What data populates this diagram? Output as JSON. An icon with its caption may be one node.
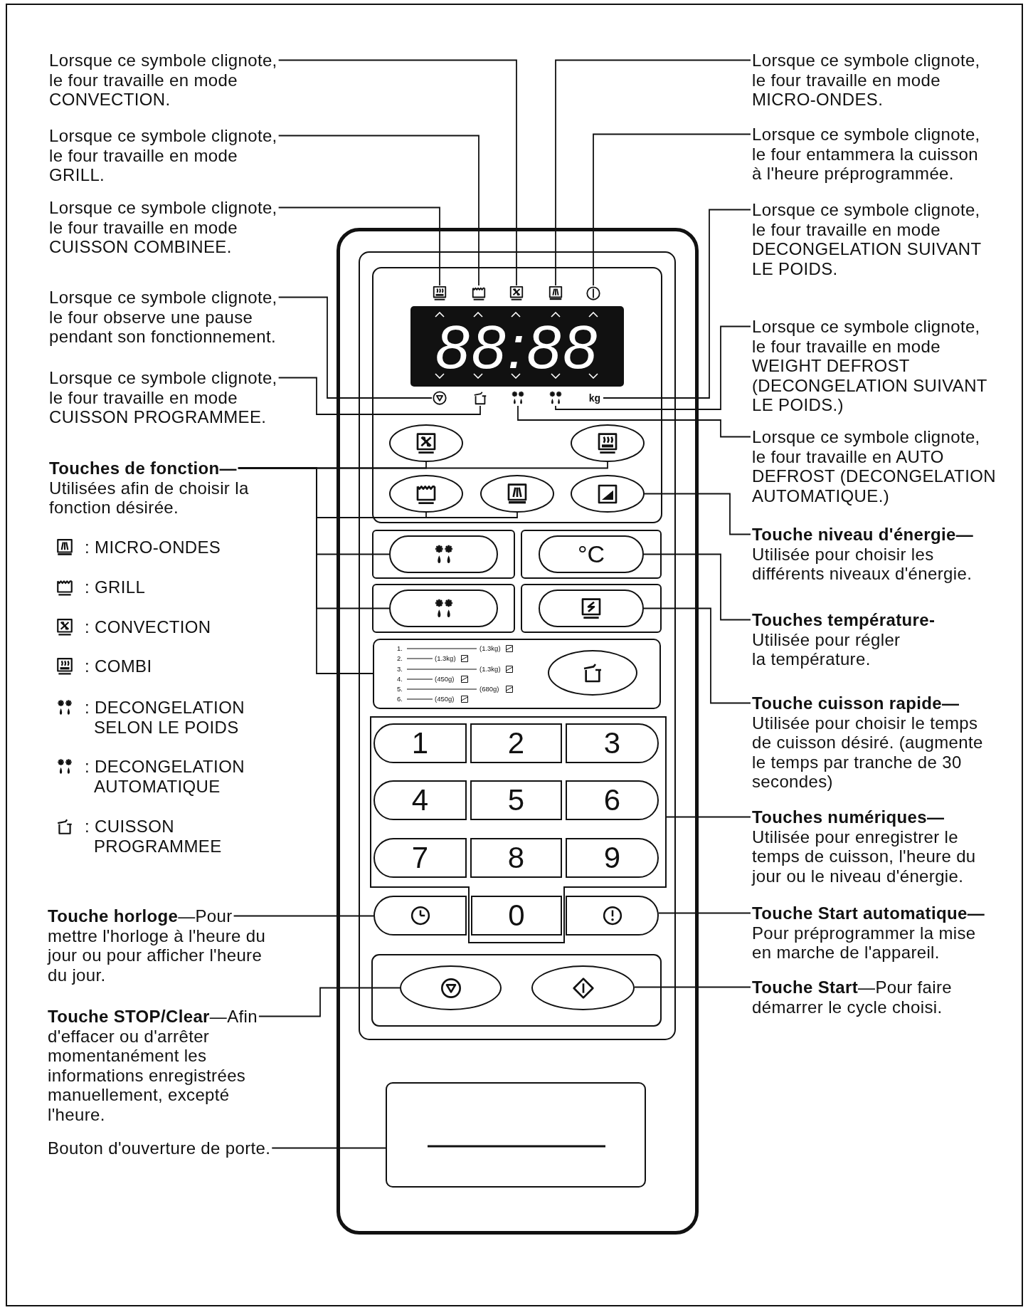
{
  "diagram": {
    "nodes": [
      {
        "text": [
          "Lorsque ce symbole clignote, le four travaille en mode CONVECTION."
        ]
      },
      {
        "text": [
          "Lorsque ce symbole clignote, le four travaille en mode GRILL."
        ]
      },
      {
        "text": [
          "Lorsque ce symbole clignote, le four travaille en mode CUISSON COMBINEE."
        ]
      },
      {
        "text": [
          "Lorsque ce symbole clignote, le four observe une pause pendant son fonctionnement."
        ]
      },
      {
        "text": [
          "Lorsque ce symbole clignote, le four travaille en mode CUISSON PROGRAMMEE."
        ]
      },
      {
        "text": [
          "Touches de fonction—",
          "Utilisées afin de choisir la fonction désirée."
        ]
      },
      {
        "text": [
          "**Touche horloge**—Pour mettre l'horloge à l'heure du jour ou pour afficher l'heure du jour."
        ]
      },
      {
        "text": [
          "**Touche STOP/Clear**—Afin d'effacer ou d'arrêter momentanément les informations enregistrées manuellement, excepté l'heure."
        ]
      },
      {
        "text": [
          "Bouton d'ouverture de porte."
        ]
      },
      {
        "text": [
          "Lorsque ce symbole clignote, le four travaille en mode MICRO-ONDES."
        ]
      },
      {
        "text": [
          "Lorsque ce symbole clignote, le four entammera la cuisson à l'heure préprogrammée."
        ]
      },
      {
        "text": [
          "Lorsque ce symbole clignote, le four travaille en mode DECONGELATION SUIVANT LE POIDS."
        ]
      },
      {
        "text": [
          "Lorsque ce symbole clignote, le four travaille en mode WEIGHT DEFROST (DECONGELATION SUIVANT LE POIDS.)"
        ]
      },
      {
        "text": [
          "Lorsque ce symbole clignote, le four travaille en AUTO DEFROST (DECONGELATION AUTOMATIQUE.)"
        ]
      },
      {
        "text": [
          "Touche niveau d'énergie—",
          "Utilisée pour choisir les différents niveaux d'énergie."
        ]
      },
      {
        "text": [
          "Touches température-",
          "Utilisée pour régler la température."
        ]
      },
      {
        "text": [
          "Touche cuisson rapide—",
          "Utilisée pour choisir le temps de cuisson désiré. (augmente le temps par tranche de 30 secondes)"
        ]
      },
      {
        "text": [
          "Touches numériques—",
          "Utilisée pour enregistrer le temps de cuisson, l'heure du jour ou le niveau d'énergie."
        ]
      },
      {
        "text": [
          "Touche Start automatique—",
          "Pour préprogrammer la mise en marche de l'appareil."
        ]
      },
      {
        "text": [
          "**Touche Start**—Pour faire démarrer le cycle choisi."
        ]
      },
      {
        "text": [],
        "shape": "box"
      },
      {
        "text": [],
        "shape": "picture",
        "in": 20
      },
      {
        "text": [],
        "shape": "picture",
        "in": 20
      },
      {
        "text": [],
        "shape": "picture",
        "in": 20
      },
      {
        "text": [],
        "shape": "picture",
        "in": 20
      },
      {
        "text": [],
        "shape": "picture",
        "in": 20
      },
      {
        "text": [
          "88:88"
        ],
        "in": 20
      },
      {
        "text": [],
        "shape": "picture",
        "in": 20
      },
      {
        "text": [],
        "shape": "picture",
        "in": 20
      },
      {
        "text": [],
        "shape": "picture",
        "in": 20
      },
      {
        "text": [],
        "shape": "picture",
        "in": 20
      },
      {
        "text": [
          "kg"
        ],
        "in": 20
      },
      {
        "text": [],
        "shape": "ellipse",
        "in": 20
      },
      {
        "text": [],
        "shape": "ellipse",
        "in": 20
      },
      {
        "text": [],
        "shape": "ellipse",
        "in": 20
      },
      {
        "text": [],
        "shape": "ellipse",
        "in": 20
      },
      {
        "text": [],
        "shape": "ellipse",
        "in": 20
      },
      {
        "text": [],
        "shape": "ellipse",
        "in": 20
      },
      {
        "text": [
          "°C"
        ],
        "in": 20
      },
      {
        "text": [],
        "shape": "ellipse",
        "in": 20
      },
      {
        "text": [],
        "shape": "ellipse",
        "in": 20
      },
      {
        "text": [
          "1.",
          "(1.3kg)",
          "2.",
          "(1.3kg)",
          "3.",
          "(1.3kg)",
          "4.",
          "(450g)",
          "5.",
          "(680g)",
          "6.",
          "(450g)"
        ],
        "in": 20
      },
      {
        "text": [],
        "shape": "ellipse",
        "in": 41
      },
      {
        "text": [],
        "shape": "box",
        "in": 20
      },
      {
        "text": [
          "1"
        ],
        "in": 43
      },
      {
        "text": [
          "2"
        ],
        "in": 43
      },
      {
        "text": [
          "3"
        ],
        "in": 43
      },
      {
        "text": [
          "4"
        ],
        "in": 43
      },
      {
        "text": [
          "5"
        ],
        "in": 43
      },
      {
        "text": [
          "6"
        ],
        "in": 43
      },
      {
        "text": [
          "7"
        ],
        "in": 43
      },
      {
        "text": [
          "8"
        ],
        "in": 43
      },
      {
        "text": [
          "9"
        ],
        "in": 43
      },
      {
        "text": [],
        "shape": "box",
        "in": 20
      },
      {
        "text": [
          "0"
        ],
        "in": 43
      },
      {
        "text": [],
        "shape": "box",
        "in": 20
      },
      {
        "text": [],
        "shape": "ellipse",
        "in": 20
      },
      {
        "text": [],
        "shape": "ellipse",
        "in": 20
      },
      {
        "text": [],
        "shape": "box",
        "in": 20
      }
    ],
    "edges": [
      {
        "from": 0,
        "to": 23,
        "arrow": "none"
      },
      {
        "from": 1,
        "to": 22,
        "arrow": "none"
      },
      {
        "from": 2,
        "to": 21,
        "arrow": "none"
      },
      {
        "from": 3,
        "to": 27,
        "arrow": "none"
      },
      {
        "from": 4,
        "to": 28,
        "arrow": "none"
      },
      {
        "from": 5,
        "to": 32,
        "arrow": "none"
      },
      {
        "from": 5,
        "to": 33,
        "arrow": "none"
      },
      {
        "from": 5,
        "to": 34,
        "arrow": "none"
      },
      {
        "from": 5,
        "to": 35,
        "arrow": "none"
      },
      {
        "from": 5,
        "to": 37,
        "arrow": "none"
      },
      {
        "from": 5,
        "to": 39,
        "arrow": "none"
      },
      {
        "from": 5,
        "to": 41,
        "arrow": "none"
      },
      {
        "from": 6,
        "to": 53,
        "arrow": "none"
      },
      {
        "from": 7,
        "to": 56,
        "arrow": "none"
      },
      {
        "from": 8,
        "to": 58,
        "arrow": "none"
      },
      {
        "from": 9,
        "to": 24,
        "arrow": "none"
      },
      {
        "from": 10,
        "to": 25,
        "arrow": "none"
      },
      {
        "from": 11,
        "to": 31,
        "arrow": "none"
      },
      {
        "from": 12,
        "to": 30,
        "arrow": "none"
      },
      {
        "from": 13,
        "to": 29,
        "arrow": "none"
      },
      {
        "from": 14,
        "to": 36,
        "arrow": "none"
      },
      {
        "from": 15,
        "to": 38,
        "arrow": "none"
      },
      {
        "from": 16,
        "to": 40,
        "arrow": "none"
      },
      {
        "from": 17,
        "to": 43,
        "arrow": "none"
      },
      {
        "from": 18,
        "to": 55,
        "arrow": "none"
      },
      {
        "from": 19,
        "to": 57,
        "arrow": "none"
      }
    ],
    "legend": [
      {
        "text": ": MICRO-ONDES"
      },
      {
        "text": ": GRILL"
      },
      {
        "text": ": CONVECTION"
      },
      {
        "text": ": COMBI"
      },
      {
        "text": ": DECONGELATION SELON LE POIDS"
      },
      {
        "text": ": DECONGELATION AUTOMATIQUE"
      },
      {
        "text": ": CUISSON PROGRAMMEE"
      }
    ]
  }
}
